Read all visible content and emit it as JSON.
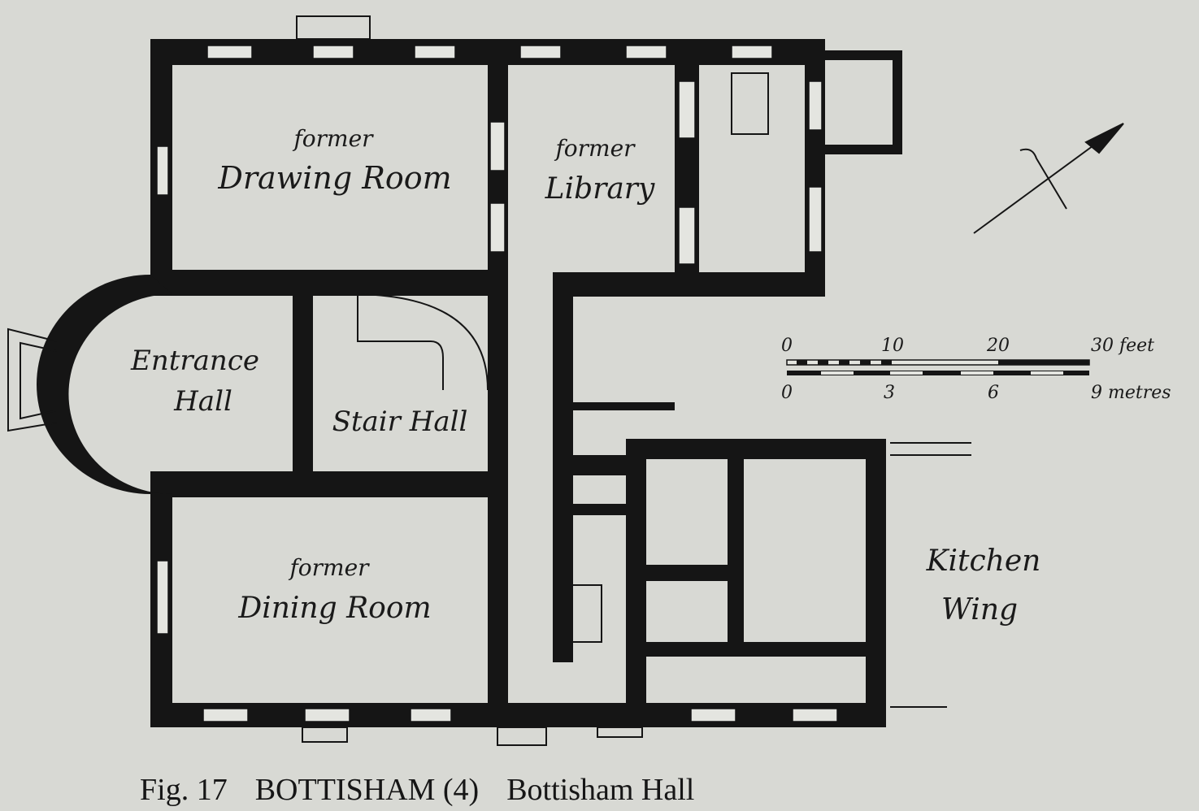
{
  "rooms": {
    "drawing_1": "former",
    "drawing_2": "Drawing Room",
    "library_1": "former",
    "library_2": "Library",
    "entrance_1": "Entrance",
    "entrance_2": "Hall",
    "stair": "Stair Hall",
    "dining_1": "former",
    "dining_2": "Dining Room",
    "kitchen_1": "Kitchen",
    "kitchen_2": "Wing"
  },
  "scale": {
    "feet_ticks": [
      "0",
      "10",
      "20",
      "30 feet"
    ],
    "metre_ticks": [
      "0",
      "3",
      "6",
      "9 metres"
    ]
  },
  "caption": {
    "fig": "Fig. 17",
    "place": "BOTTISHAM (4)",
    "title": "Bottisham Hall"
  },
  "colors": {
    "wall": "#141414",
    "paper": "#d8d9d4"
  }
}
